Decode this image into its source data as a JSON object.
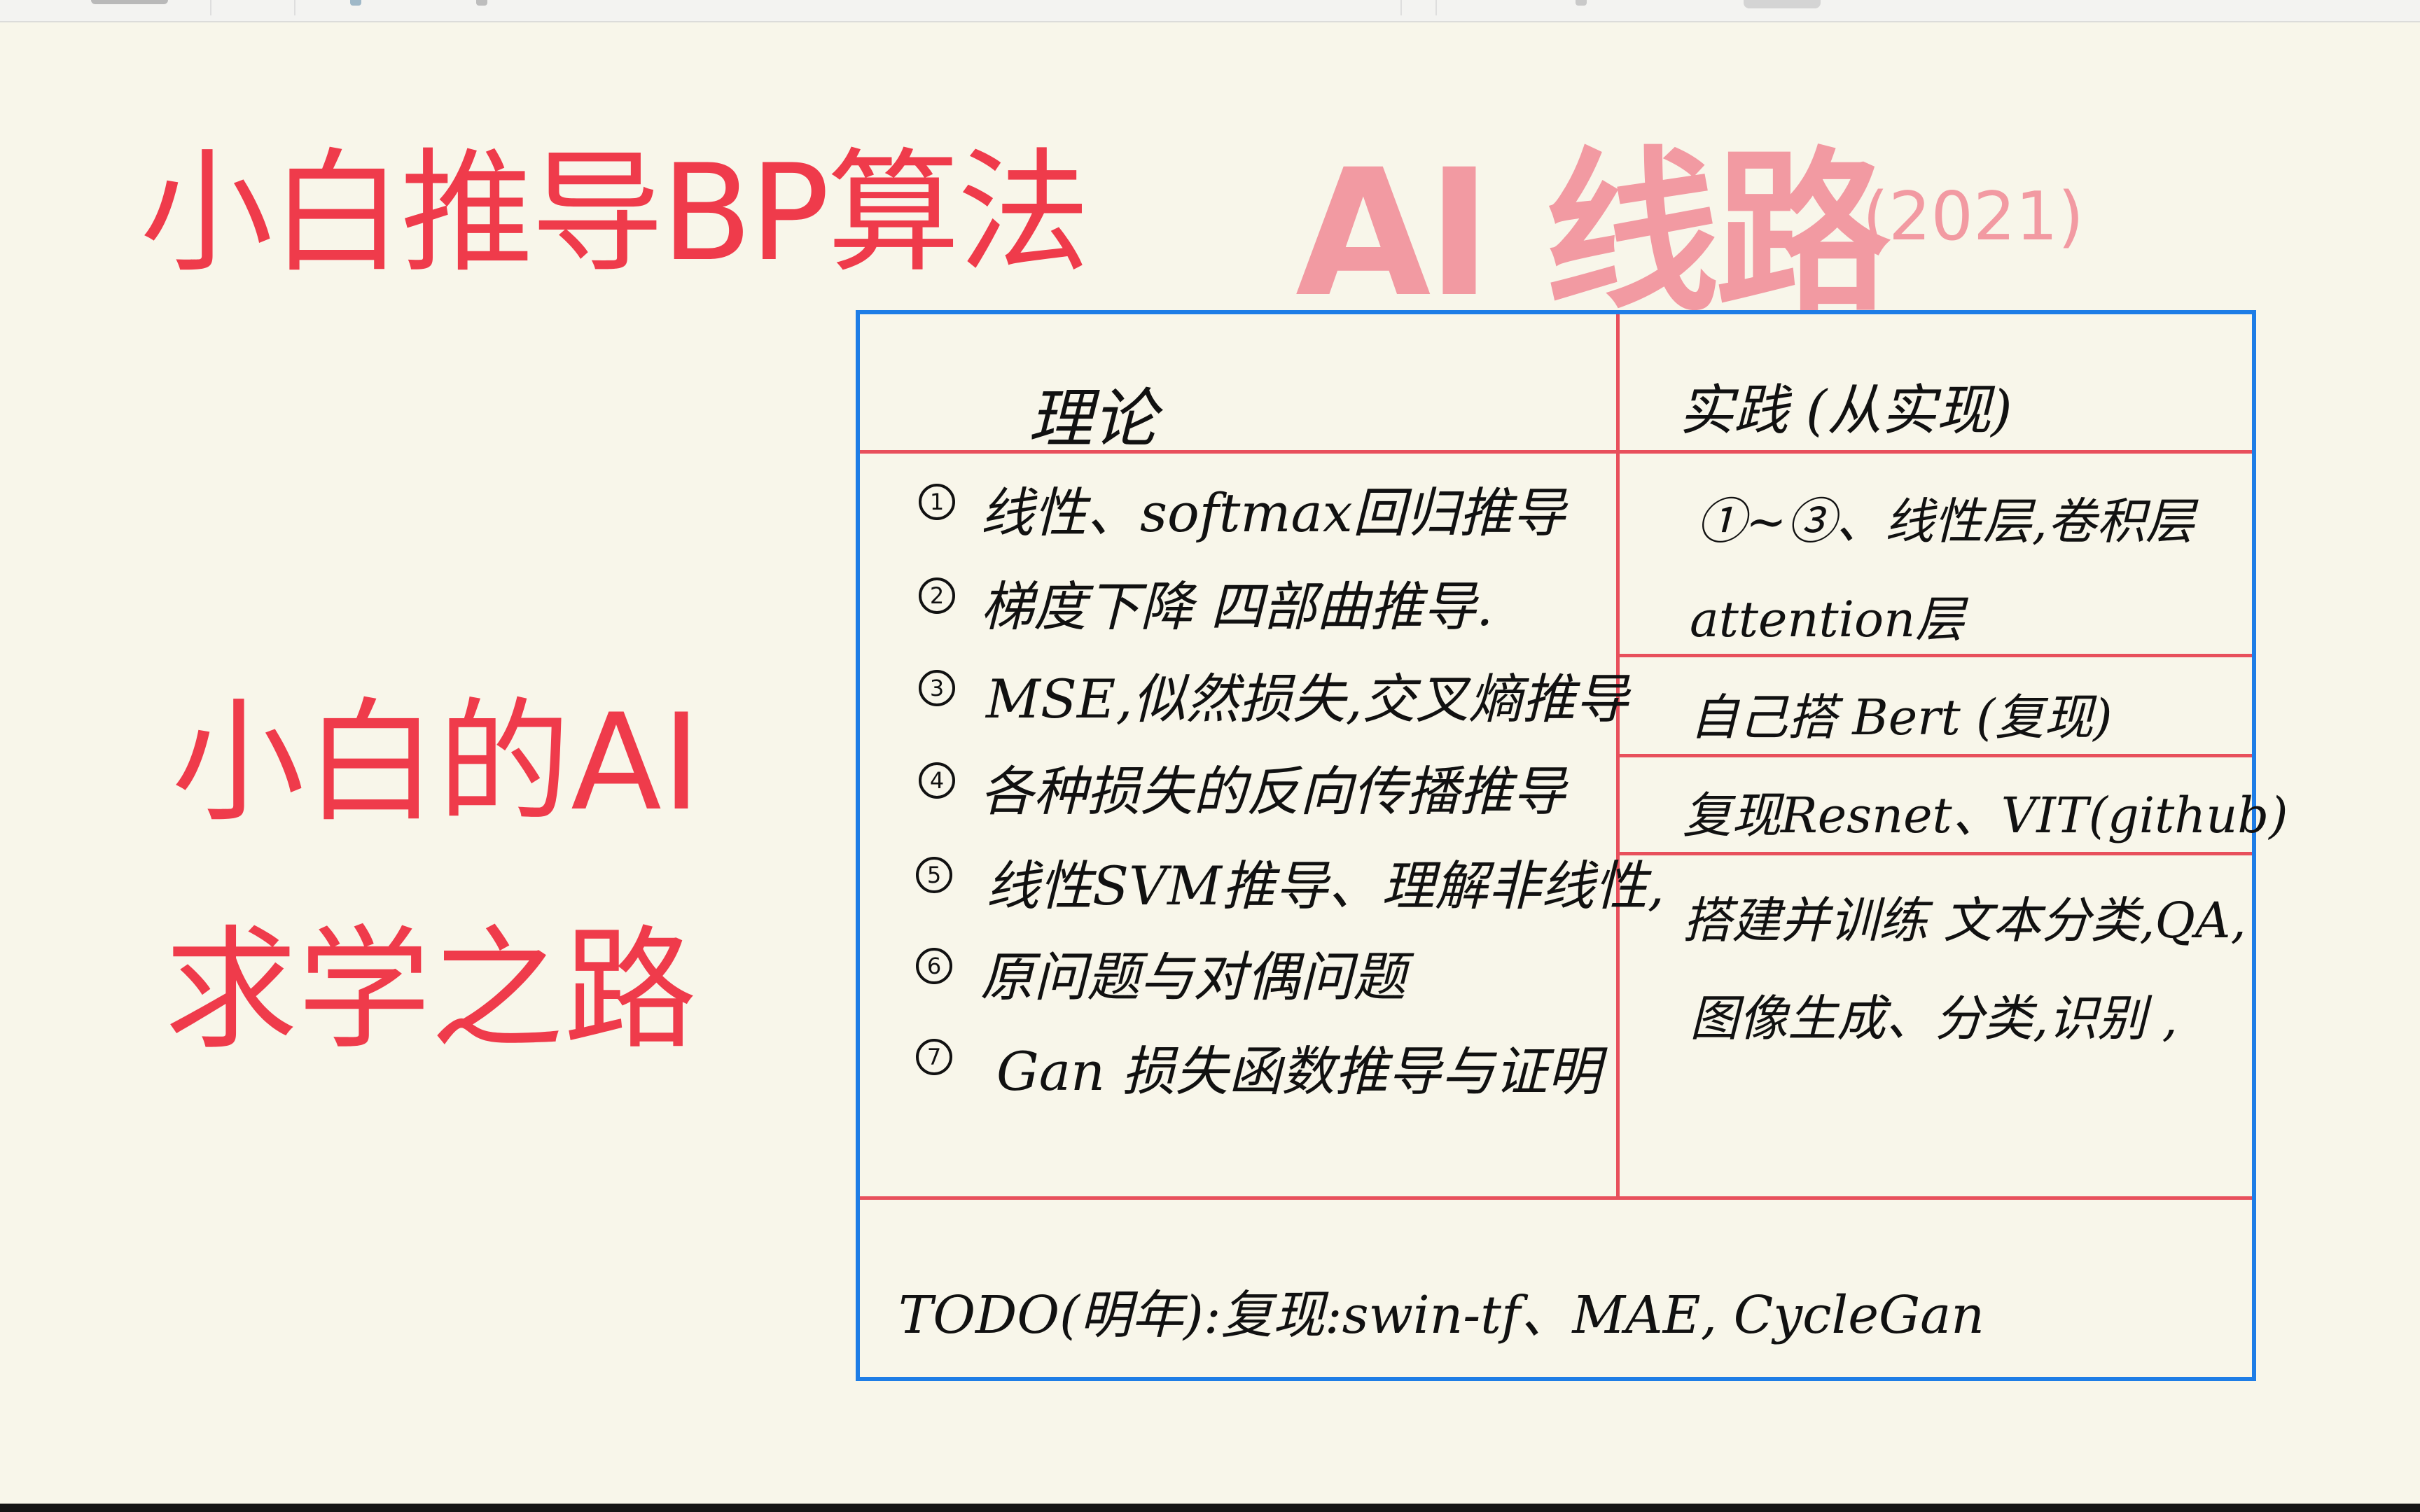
{
  "title_main": "小白推导BP算法",
  "title_route": "AI 线路",
  "title_year": "(2021)",
  "subtitle_line1": "小白的AI",
  "subtitle_line2": "求学之路",
  "table": {
    "theory_header": "理论",
    "practice_header": "实践 (从实现)",
    "theory_items": [
      {
        "num": "1",
        "text": "线性、softmax回归推导"
      },
      {
        "num": "2",
        "text": "梯度下降 四部曲推导."
      },
      {
        "num": "3",
        "text": "MSE,似然损失,交叉熵推导"
      },
      {
        "num": "4",
        "text": "各种损失的反向传播推导"
      },
      {
        "num": "5",
        "text": "线性SVM推导、理解非线性,"
      },
      {
        "num": "6",
        "text": "原问题与对偶问题"
      },
      {
        "num": "7",
        "text": "Gan 损失函数推导与证明"
      }
    ],
    "practice_items": [
      "①~③、线性层,卷积层",
      "attention层",
      "自己搭 Bert (复现)",
      "复现Resnet、VIT(github)",
      "搭建并训练 文本分类,QA,",
      "图像生成、分类,识别 ,"
    ],
    "todo": "TODO(明年):复现:swin-tf、MAE, CycleGan"
  },
  "colors": {
    "title_red": "#ef3b4b",
    "route_pink": "#f29aa2",
    "table_border_blue": "#1e7de6",
    "table_line_red": "#e8505c",
    "paper": "#f8f6ea"
  }
}
